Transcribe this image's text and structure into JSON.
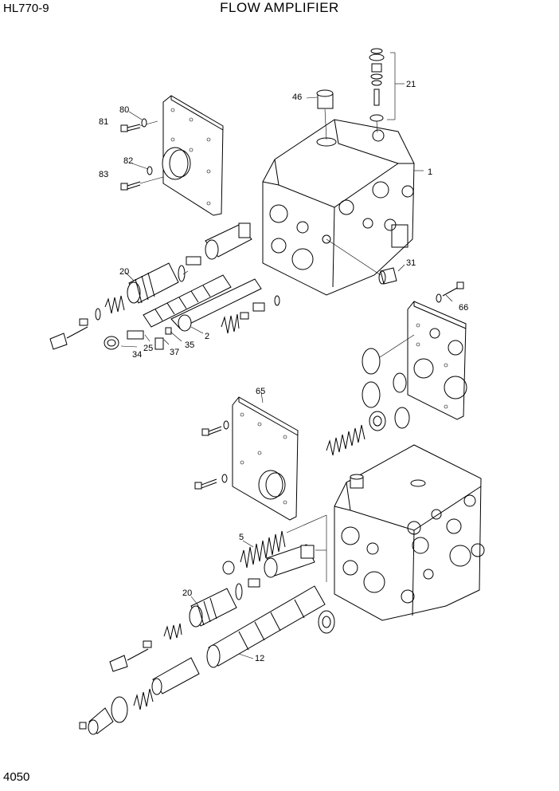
{
  "header": {
    "model": "HL770-9",
    "title": "FLOW AMPLIFIER"
  },
  "footer": {
    "page_number": "4050"
  },
  "callouts": {
    "c1": "1",
    "c2": "2",
    "c5": "5",
    "c12": "12",
    "c20a": "20",
    "c20b": "20",
    "c21": "21",
    "c25": "25",
    "c31": "31",
    "c34": "34",
    "c35": "35",
    "c37": "37",
    "c46": "46",
    "c65": "65",
    "c66": "66",
    "c80": "80",
    "c81": "81",
    "c82": "82",
    "c83": "83"
  }
}
